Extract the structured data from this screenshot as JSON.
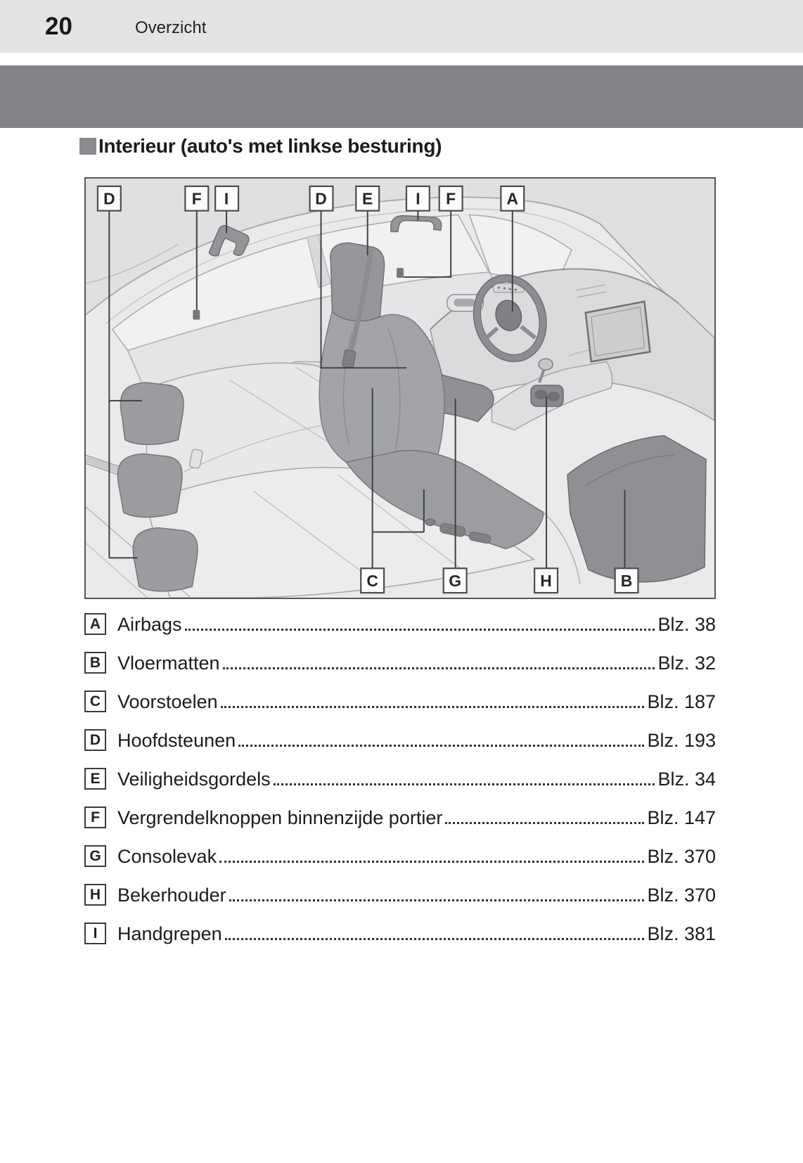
{
  "header": {
    "page_number": "20",
    "section": "Overzicht"
  },
  "title": {
    "text": "Interieur (auto's met linkse besturing)"
  },
  "diagram": {
    "top_callouts": [
      "D",
      "F",
      "I",
      "D",
      "E",
      "I",
      "F",
      "A"
    ],
    "bottom_callouts": [
      "C",
      "G",
      "H",
      "B"
    ]
  },
  "legend": {
    "items": [
      {
        "letter": "A",
        "label": "Airbags",
        "page": "Blz. 38"
      },
      {
        "letter": "B",
        "label": "Vloermatten",
        "page": "Blz. 32"
      },
      {
        "letter": "C",
        "label": "Voorstoelen",
        "page": "Blz. 187"
      },
      {
        "letter": "D",
        "label": "Hoofdsteunen",
        "page": "Blz. 193"
      },
      {
        "letter": "E",
        "label": "Veiligheidsgordels",
        "page": "Blz. 34"
      },
      {
        "letter": "F",
        "label": "Vergrendelknoppen binnenzijde portier",
        "page": "Blz. 147"
      },
      {
        "letter": "G",
        "label": "Consolevak",
        "page": "Blz. 370"
      },
      {
        "letter": "H",
        "label": "Bekerhouder",
        "page": "Blz. 370"
      },
      {
        "letter": "I",
        "label": "Handgrepen",
        "page": "Blz. 381"
      }
    ]
  },
  "colors": {
    "header_bar": "#e3e4e6",
    "section_band": "#828487",
    "title_square": "#8a8c8f",
    "diagram_background": "#e9eaea",
    "diagram_border": "#55575a"
  }
}
